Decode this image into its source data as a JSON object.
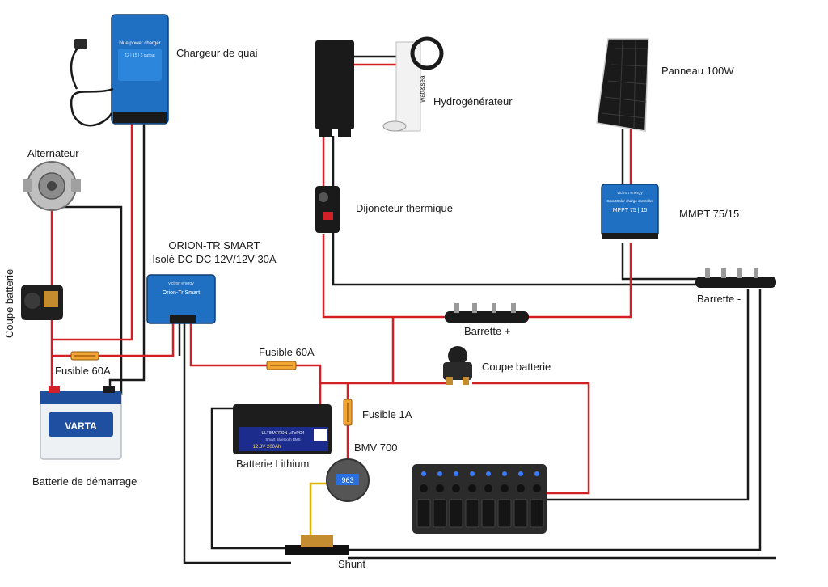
{
  "labels": {
    "chargeur_quai": "Chargeur de quai",
    "alternateur": "Alternateur",
    "coupe_batterie_vertical": "Coupe batterie",
    "orion_line1": "ORION-TR SMART",
    "orion_line2": "Isolé DC-DC 12V/12V 30A",
    "fusible_60a_left": "Fusible 60A",
    "fusible_60a_mid": "Fusible 60A",
    "batterie_demarrage": "Batterie de démarrage",
    "batterie_lithium": "Batterie Lithium",
    "fusible_1a": "Fusible 1A",
    "bmv": "BMV 700",
    "shunt": "Shunt",
    "hydrogenerateur": "Hydrogénérateur",
    "disjoncteur": "Dijoncteur thermique",
    "panneau": "Panneau 100W",
    "mppt": "MMPT 75/15",
    "barrette_plus": "Barrette +",
    "barrette_moins": "Barrette -",
    "coupe_batterie_right": "Coupe batterie"
  },
  "device_text": {
    "charger_title": "blue power charger",
    "charger_sub": "12 | 15 | 3 output",
    "orion_brand": "victron energy",
    "orion_name": "Orion-Tr Smart",
    "mppt_brand": "victron energy",
    "mppt_name": "SmartSolar charge controller",
    "mppt_model": "MPPT 75 | 15",
    "varta_brand": "VARTA",
    "lithium_brand": "ULTIMATRON LiFePO4",
    "lithium_sub": "Smart Bluetooth BMS",
    "lithium_spec": "12.8V   200Ah",
    "bmv_display": "963",
    "hydro_brand": "watt&sea"
  },
  "colors": {
    "positive_wire": "#d32027",
    "negative_wire": "#1a1a1a",
    "victron_blue": "#1f6fc2",
    "fuse_body": "#f2a533",
    "shunt_wire": "#e0b100"
  }
}
